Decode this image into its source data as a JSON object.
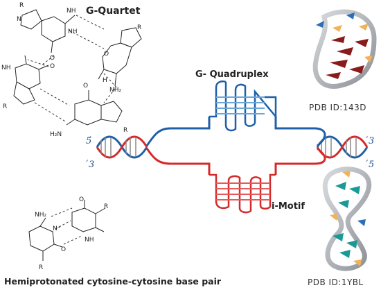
{
  "labels": {
    "g_quartet": "G-Quartet",
    "g_quadruplex": "G- Quadruplex",
    "i_motif": "i-Motif",
    "cc_pair": "Hemiprotonated cytosine-cytosine base pair",
    "pdb_top": "PDB ID:143D",
    "pdb_bottom": "PDB ID:1YBL",
    "five_prime_left": "5́",
    "three_prime_left": "́3",
    "three_prime_right": "́3",
    "five_prime_right": "́5"
  },
  "chem": {
    "R": "R",
    "N": "N",
    "H": "H",
    "O": "O",
    "NH": "NH",
    "NH2": "NH₂",
    "H2N": "H₂N",
    "N_plus": "N⁺"
  },
  "colors": {
    "blue_strand": "#1e5fa8",
    "red_strand": "#d42a2a",
    "blue_light": "#6aa8d8",
    "red_light": "#e85a5a",
    "ribbon_grey": "#b0b4b8",
    "arrow_red": "#8b1a1a",
    "arrow_teal": "#1a9a96",
    "accent_orange": "#f0b25a",
    "accent_blue": "#2a6fb5"
  }
}
